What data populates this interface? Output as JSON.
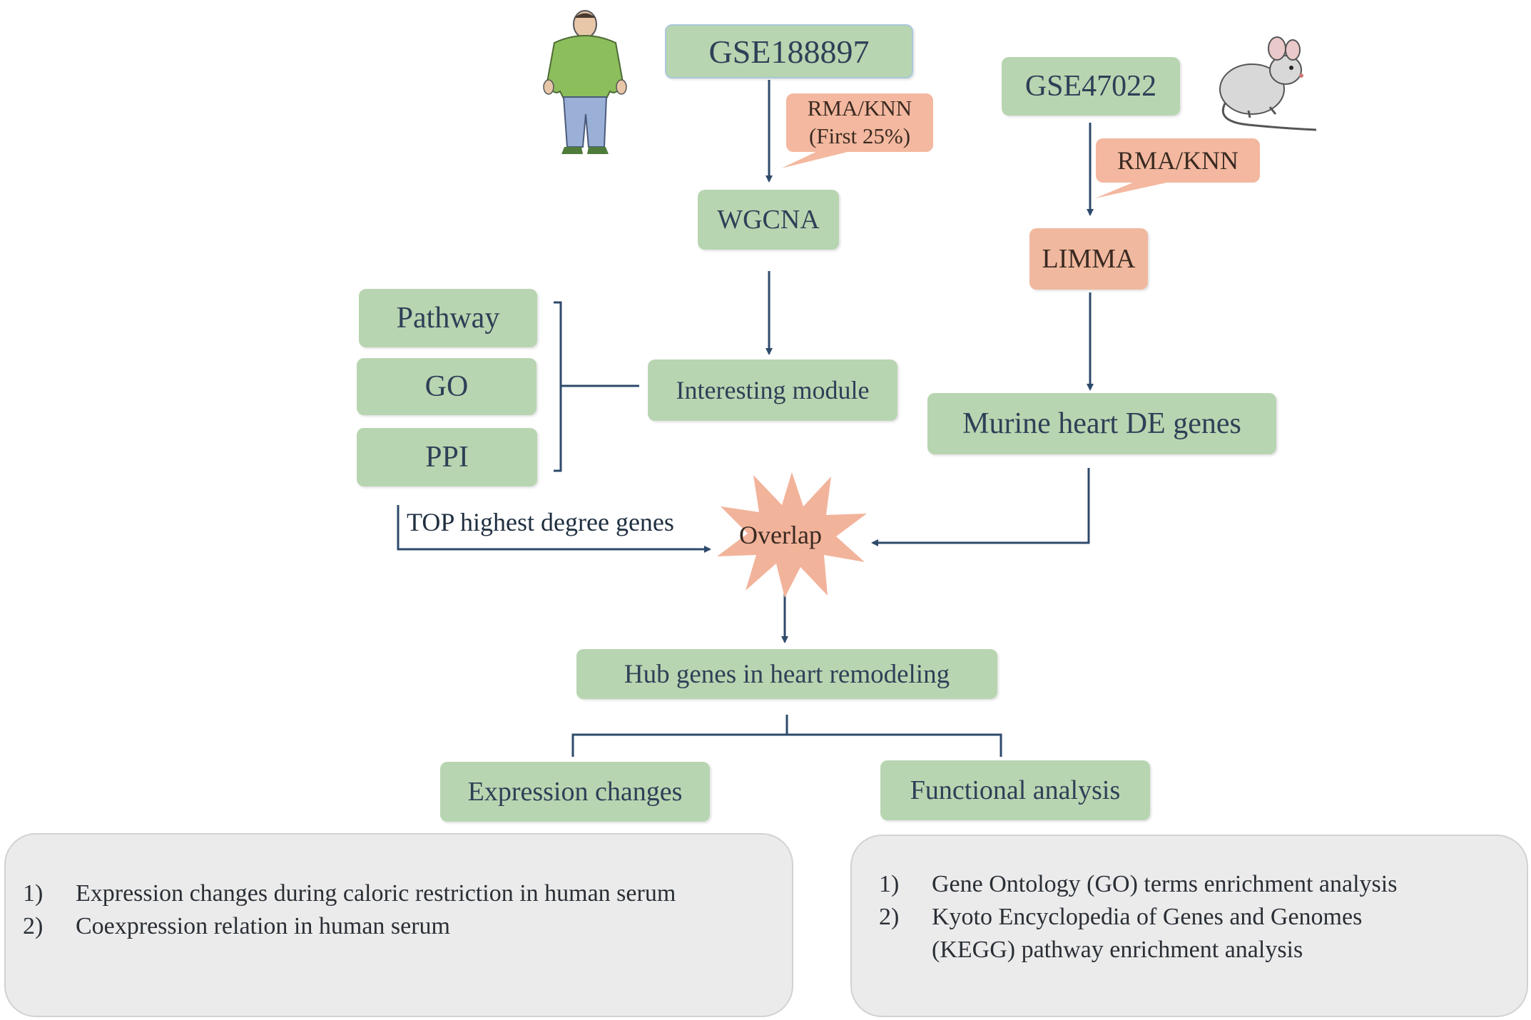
{
  "human_dataset": "GSE188897",
  "mouse_dataset": "GSE47022",
  "human_callout": [
    "RMA/KNN",
    "(First 25%)"
  ],
  "mouse_callout": "RMA/KNN",
  "wgcna": "WGCNA",
  "limma": "LIMMA",
  "enrichment": [
    "Pathway",
    "GO",
    "PPI"
  ],
  "interesting_module": "Interesting module",
  "murine_de": "Murine heart DE genes",
  "top_genes": "TOP highest degree genes",
  "overlap": "Overlap",
  "hub_genes": "Hub genes in heart remodeling",
  "expression_changes": "Expression changes",
  "functional_analysis": "Functional analysis",
  "left_panel": [
    {
      "num": "1)",
      "text": "Expression changes during caloric restriction in human serum"
    },
    {
      "num": "2)",
      "text": "Coexpression relation in human serum"
    }
  ],
  "right_panel": [
    {
      "num": "1)",
      "text": "Gene Ontology (GO) terms enrichment analysis"
    },
    {
      "num": "2)",
      "text": "Kyoto Encyclopedia of Genes and Genomes"
    },
    {
      "num": "",
      "text": "(KEGG) pathway enrichment analysis"
    }
  ],
  "colors": {
    "green_box": "#b8d5b1",
    "salmon_box": "#f0b89e",
    "arrow": "#2e4a6b",
    "panel": "#ebebeb"
  }
}
